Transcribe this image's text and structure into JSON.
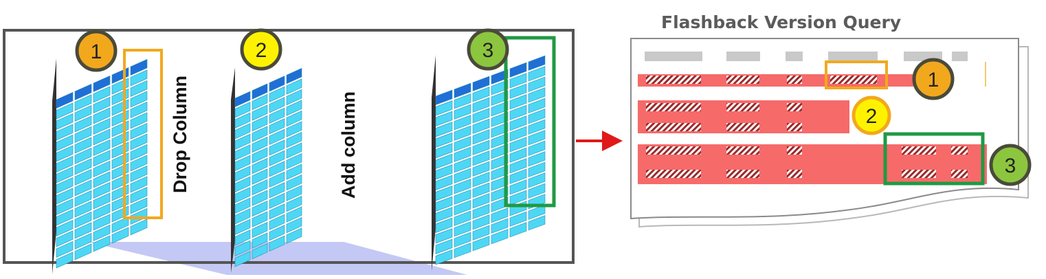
{
  "flashback_panel": {
    "title": "Flashback Version Query",
    "callouts": [
      {
        "number": "1",
        "fill": "#f2a81d",
        "outline": "#f2a81d"
      },
      {
        "number": "2",
        "fill": "#fff200",
        "outline": "#f2a81d"
      },
      {
        "number": "3",
        "fill": "#8cc63f",
        "outline": "#1f9a43"
      }
    ]
  },
  "table_panel": {
    "steps": [
      {
        "number": "1",
        "operation": "Drop Column",
        "circle_fill": "#f2a81d",
        "highlight": "#f2a81d"
      },
      {
        "number": "2",
        "operation": "Add column",
        "circle_fill": "#fff200"
      },
      {
        "number": "3",
        "operation": "",
        "circle_fill": "#8cc63f",
        "highlight": "#1f9a43"
      }
    ]
  },
  "colors": {
    "table_cell": "#4ed7f5",
    "table_header": "#1f6fd6",
    "row_highlight": "#f66a6a",
    "arrow": "#e0191a",
    "header_bar": "#c9c9c9",
    "floor": "#c4c8f4"
  }
}
